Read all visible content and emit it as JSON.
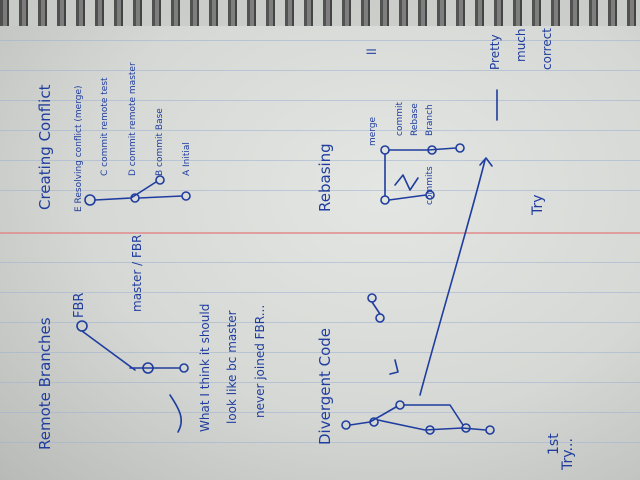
{
  "notes": {
    "title_left": "Remote Branches",
    "title_right": "Creating Conflict",
    "branch_fbr": "FBR",
    "branch_master": "master / FBR",
    "thought_1": "What I think it should",
    "thought_2": "look like bc master",
    "thought_3": "never joined FBR...",
    "heading_divergent": "Divergent Code",
    "heading_rebasing": "Rebasing",
    "commit_e": "E Resolving conflict (merge)",
    "commit_c": "C commit remote test",
    "commit_d": "D commit remote master",
    "commit_b": "B commit Base",
    "commit_a": "A Initial",
    "label_merge": "merge",
    "label_commit": "commit",
    "label_rebase": "Rebase",
    "label_branch": "Branch",
    "label_commits": "commits",
    "pretty_1": "Pretty",
    "pretty_2": "much",
    "pretty_3": "correct",
    "try_label": "Try",
    "first_try_1": "1st",
    "first_try_2": "Try...",
    "arrow_glyph": "→",
    "mark": "ll",
    "ink_color": "#1f3d9e",
    "paper_color": "#e4e6e3",
    "margin_color": "#e08a8a"
  }
}
